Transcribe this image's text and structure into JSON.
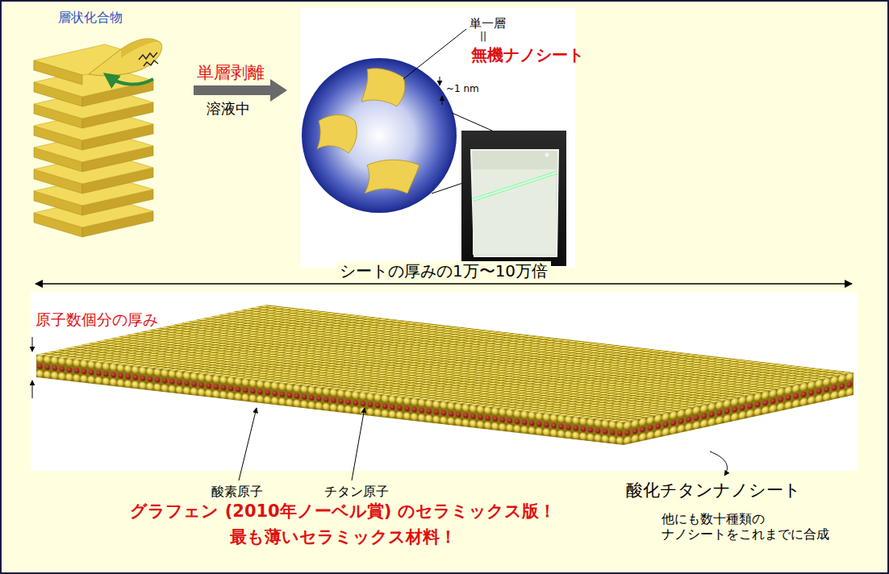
{
  "diagram": {
    "labels": [
      "層状化合物",
      "単層剥離",
      "溶液中",
      "単一層",
      "||",
      "無機ナノシート",
      "~1 nm",
      "シートの厚みの1万〜10万倍",
      "原子数個分の厚み",
      "酸素原子",
      "チタン原子",
      "酸化チタンナノシート",
      "グラフェン (2010年ノーベル賞) のセラミックス版！",
      "最も薄いセラミックス材料！",
      "他にも数十種類の ナノシートをこれまでに合成"
    ]
  }
}
